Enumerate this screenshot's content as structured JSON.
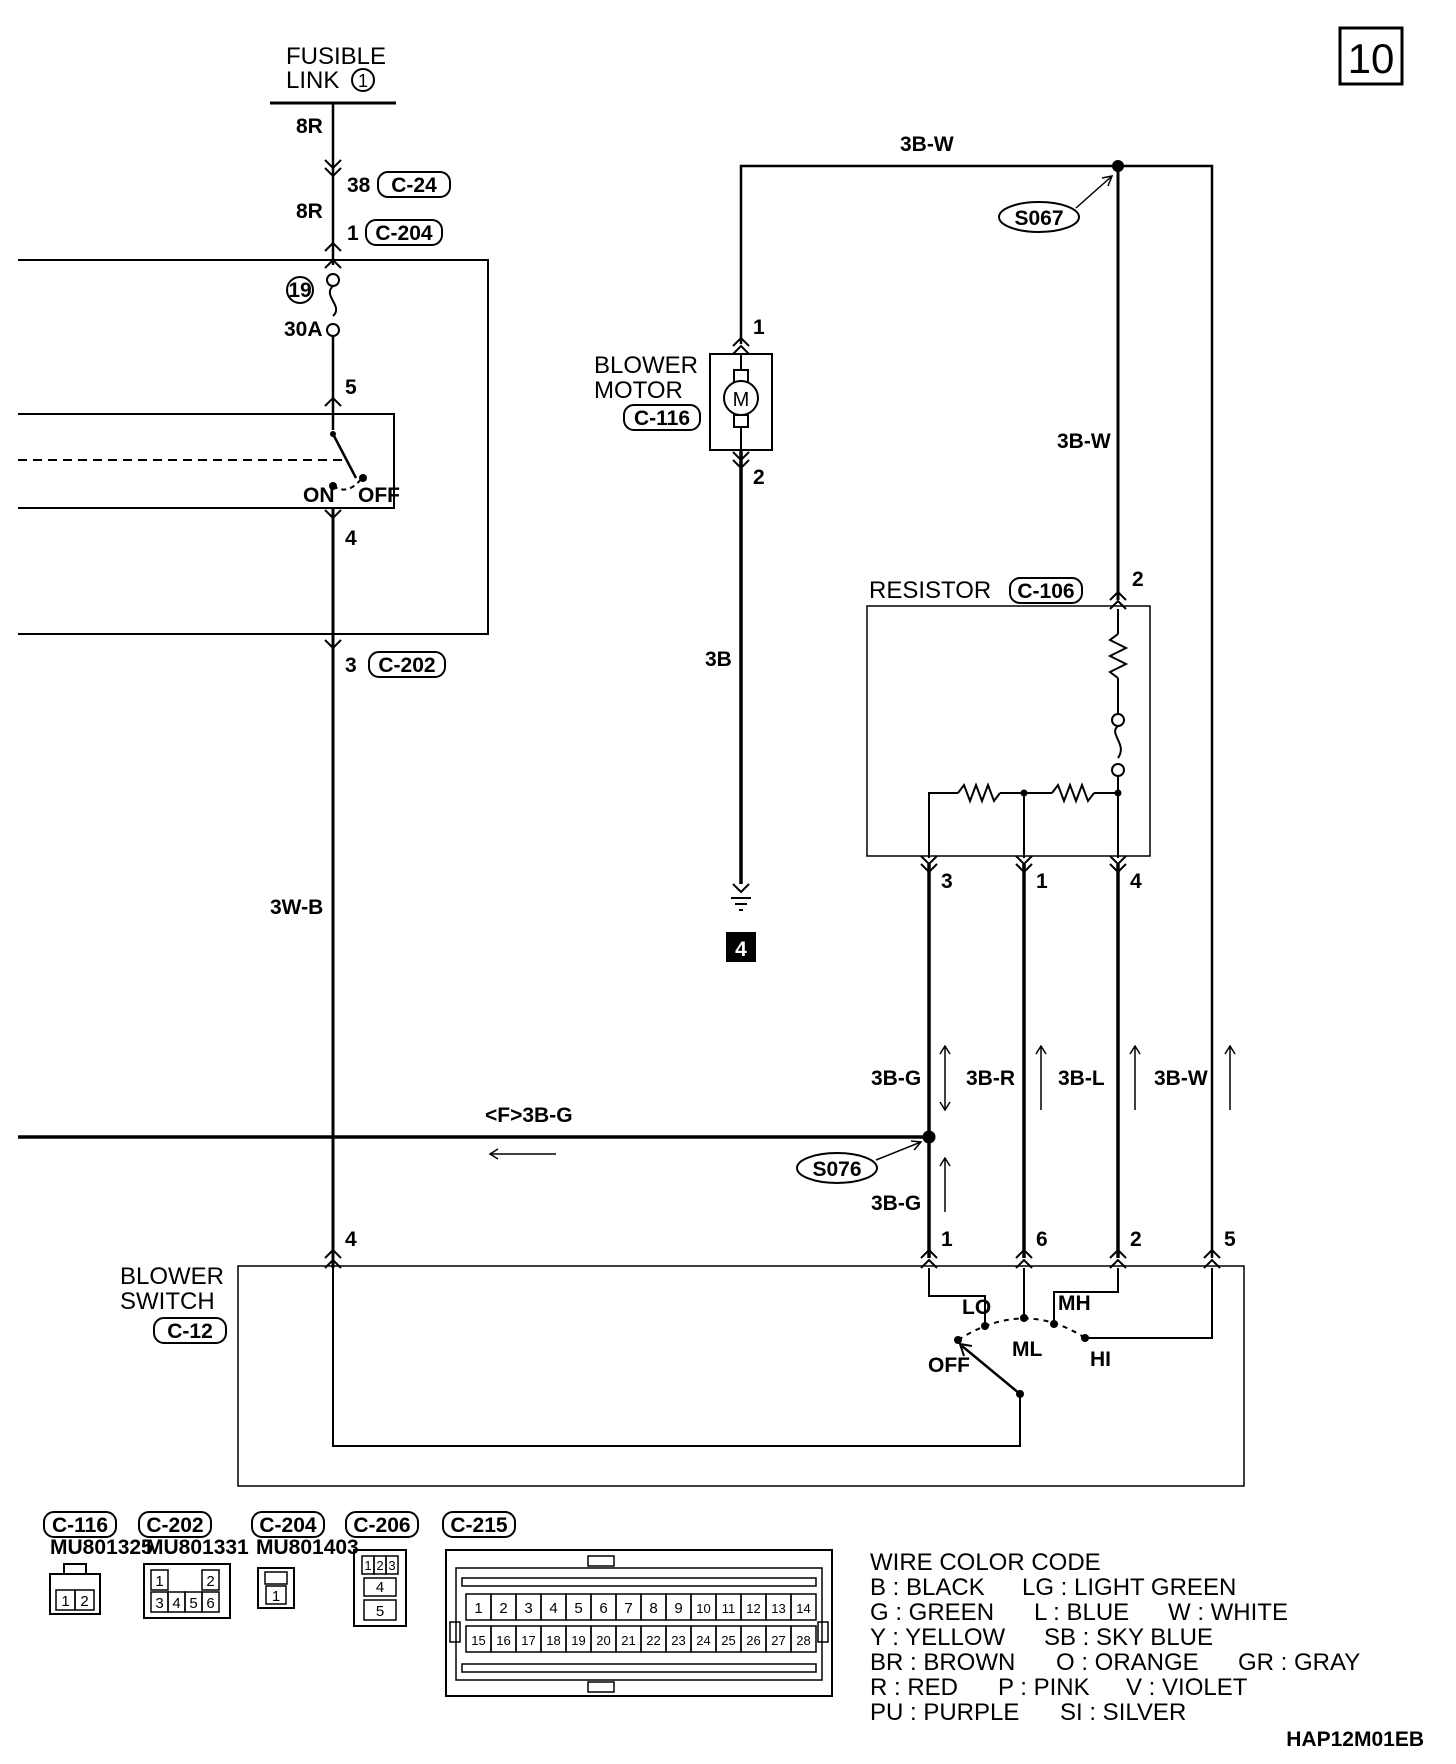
{
  "page_number": "10",
  "fusible_link": {
    "line1": "FUSIBLE",
    "line2": "LINK",
    "number": "1"
  },
  "fuse": {
    "number": "19",
    "rating": "30A"
  },
  "ignition_switch": {
    "on": "ON",
    "off": "OFF"
  },
  "blower_motor": {
    "line1": "BLOWER",
    "line2": "MOTOR",
    "connector": "C-116"
  },
  "resistor": {
    "label": "RESISTOR",
    "connector": "C-106"
  },
  "blower_switch": {
    "line1": "BLOWER",
    "line2": "SWITCH",
    "connector": "C-12",
    "lo": "LO",
    "ml": "ML",
    "mh": "MH",
    "hi": "HI",
    "off": "OFF"
  },
  "splices": {
    "s067": "S067",
    "s076": "S076"
  },
  "ground": "4",
  "wires": {
    "fl_out": "8R",
    "c204_in": "8R",
    "top": "3B-W",
    "right_vertical": "3B-W",
    "motor_ground": "3B",
    "left_vertical": "3W-B",
    "feed": "<F>3B-G",
    "col_g": "3B-G",
    "col_r": "3B-R",
    "col_l": "3B-L",
    "col_w": "3B-W",
    "col_g2": "3B-G"
  },
  "connectors": {
    "c24": "C-24",
    "c204": "C-204",
    "c202": "C-202"
  },
  "pins": {
    "c24": "38",
    "c204": "1",
    "sw_in": "5",
    "sw_out": "4",
    "c202": "3",
    "motor_1": "1",
    "motor_2": "2",
    "res_2": "2",
    "res_3": "3",
    "res_1": "1",
    "res_4": "4",
    "bs_4": "4",
    "bs_1": "1",
    "bs_6": "6",
    "bs_2": "2",
    "bs_5": "5"
  },
  "connector_views": [
    {
      "label": "C-116",
      "part": "MU801325",
      "pins": [
        "1",
        "2"
      ]
    },
    {
      "label": "C-202",
      "part": "MU801331",
      "pins": [
        "1",
        "2",
        "3",
        "4",
        "5",
        "6"
      ]
    },
    {
      "label": "C-204",
      "part": "MU801403",
      "pins": [
        "1"
      ]
    },
    {
      "label": "C-206",
      "part": "",
      "pins": [
        "1",
        "2",
        "3",
        "4",
        "5"
      ]
    },
    {
      "label": "C-215",
      "part": "",
      "pins": [
        "1",
        "2",
        "3",
        "4",
        "5",
        "6",
        "7",
        "8",
        "9",
        "10",
        "11",
        "12",
        "13",
        "14",
        "15",
        "16",
        "17",
        "18",
        "19",
        "20",
        "21",
        "22",
        "23",
        "24",
        "25",
        "26",
        "27",
        "28"
      ]
    }
  ],
  "wire_color_code": {
    "title": "WIRE COLOR CODE",
    "rows": [
      [
        "B : BLACK",
        "LG : LIGHT GREEN",
        ""
      ],
      [
        "G : GREEN",
        "L : BLUE",
        "W : WHITE"
      ],
      [
        "Y : YELLOW",
        "SB : SKY BLUE",
        ""
      ],
      [
        "BR : BROWN",
        "O : ORANGE",
        "GR : GRAY"
      ],
      [
        "R : RED",
        "P : PINK",
        "V : VIOLET"
      ],
      [
        "PU : PURPLE",
        "SI : SILVER",
        ""
      ]
    ]
  },
  "diagram_code": "HAP12M01EB"
}
